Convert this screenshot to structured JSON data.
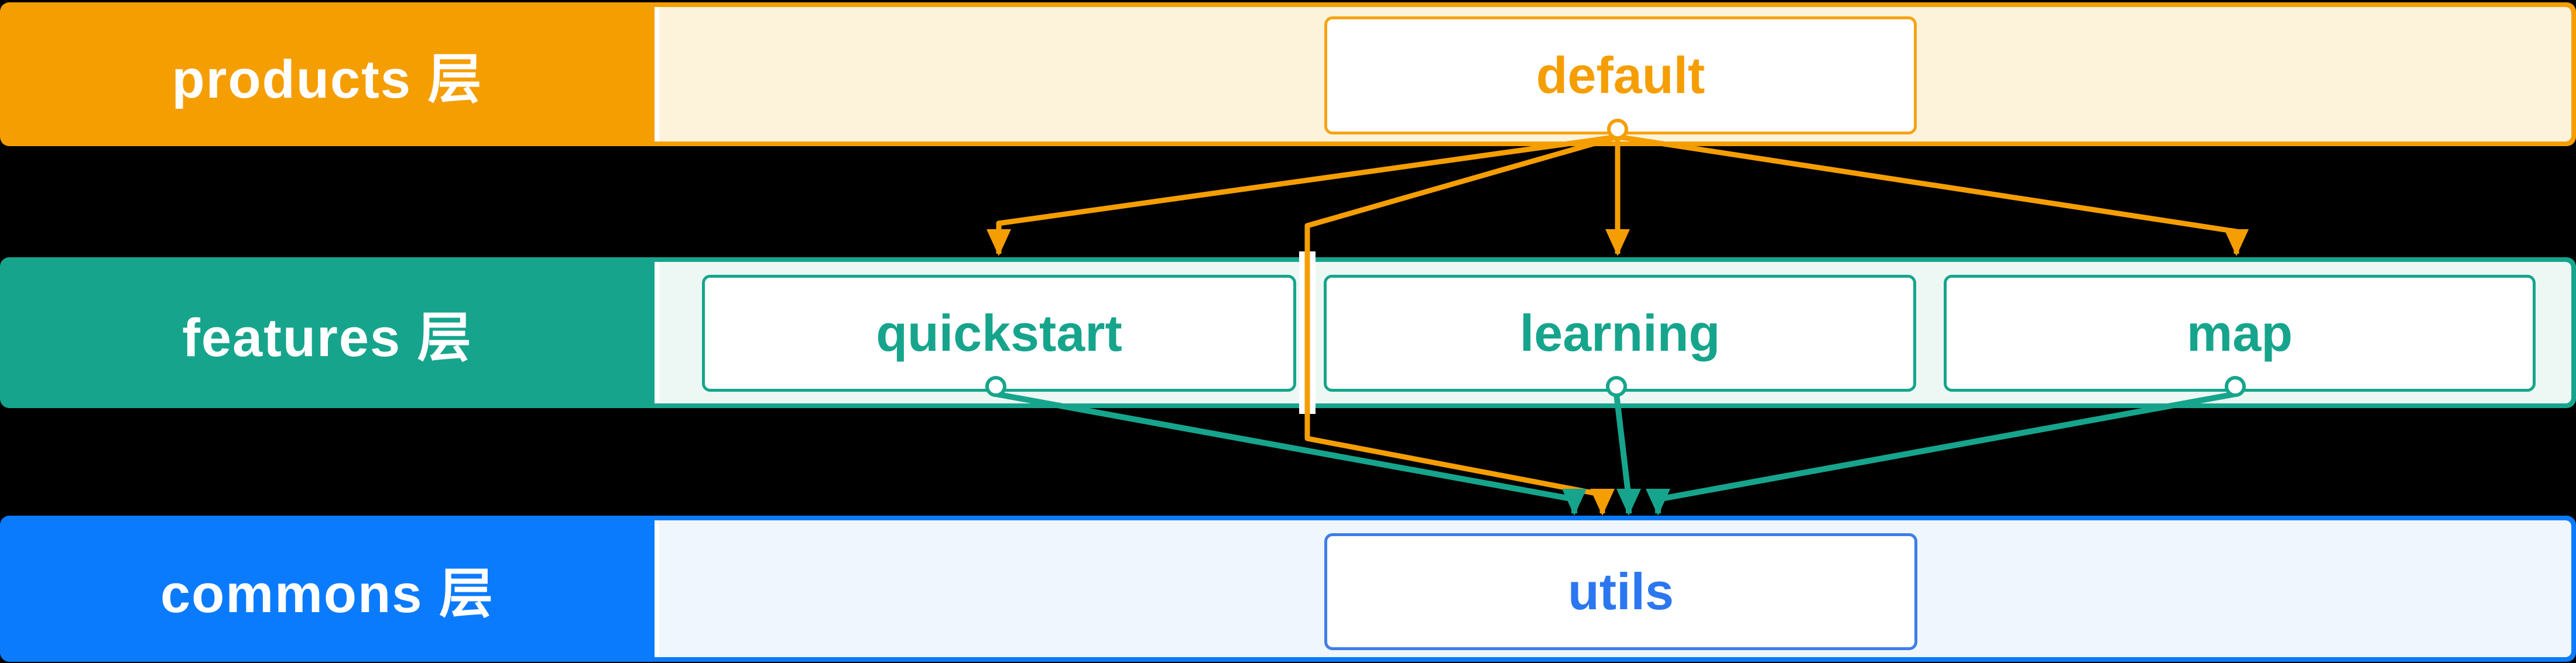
{
  "title": "layered architecture dependency diagram",
  "colors": {
    "orange": "#F59E02",
    "orange_tint": "#FDF3DB",
    "teal": "#16A58C",
    "teal_tint": "#EDF8F4",
    "blue": "#0B7BFE",
    "blue_tint": "#EFF6FE",
    "blue_border": "#3D7EE8",
    "blue_text": "#2B77F0",
    "white": "#FFFFFF",
    "background": "#000000"
  },
  "layers": [
    {
      "id": "products",
      "label": "products  层",
      "boxes": [
        {
          "id": "default",
          "label": "default"
        }
      ]
    },
    {
      "id": "features",
      "label": "features 层",
      "boxes": [
        {
          "id": "quickstart",
          "label": "quickstart"
        },
        {
          "id": "learning",
          "label": "learning"
        },
        {
          "id": "map",
          "label": "map"
        }
      ]
    },
    {
      "id": "commons",
      "label": "commons 层",
      "boxes": [
        {
          "id": "utils",
          "label": "utils"
        }
      ]
    }
  ],
  "edges": [
    {
      "from": "default",
      "to": "quickstart",
      "color": "orange"
    },
    {
      "from": "default",
      "to": "learning",
      "color": "orange"
    },
    {
      "from": "default",
      "to": "map",
      "color": "orange"
    },
    {
      "from": "default",
      "to": "utils",
      "color": "orange"
    },
    {
      "from": "quickstart",
      "to": "utils",
      "color": "teal"
    },
    {
      "from": "learning",
      "to": "utils",
      "color": "teal"
    },
    {
      "from": "map",
      "to": "utils",
      "color": "teal"
    }
  ]
}
